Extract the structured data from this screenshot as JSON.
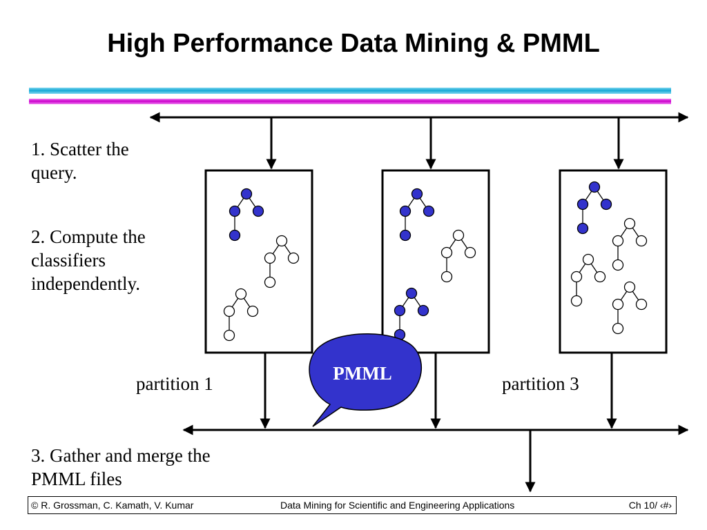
{
  "slide": {
    "title": "High Performance Data Mining & PMML",
    "steps": {
      "scatter": [
        "1. Scatter the",
        "query."
      ],
      "compute": [
        "2. Compute the",
        "classifiers",
        "independently."
      ],
      "gather": [
        "3. Gather and merge the",
        "PMML files"
      ]
    },
    "partitions": [
      "partition 1",
      "partition 3"
    ],
    "bubble_label": "PMML",
    "colors": {
      "accent_cyan": "#14a7d6",
      "accent_magenta": "#cc00cc",
      "filled_node": "#3333cc",
      "bubble_fill": "#3333cc"
    }
  },
  "footer": {
    "left": "© R. Grossman, C. Kamath, V. Kumar",
    "center": "Data Mining for Scientific and Engineering Applications",
    "right": "Ch 10/ ‹#›"
  }
}
